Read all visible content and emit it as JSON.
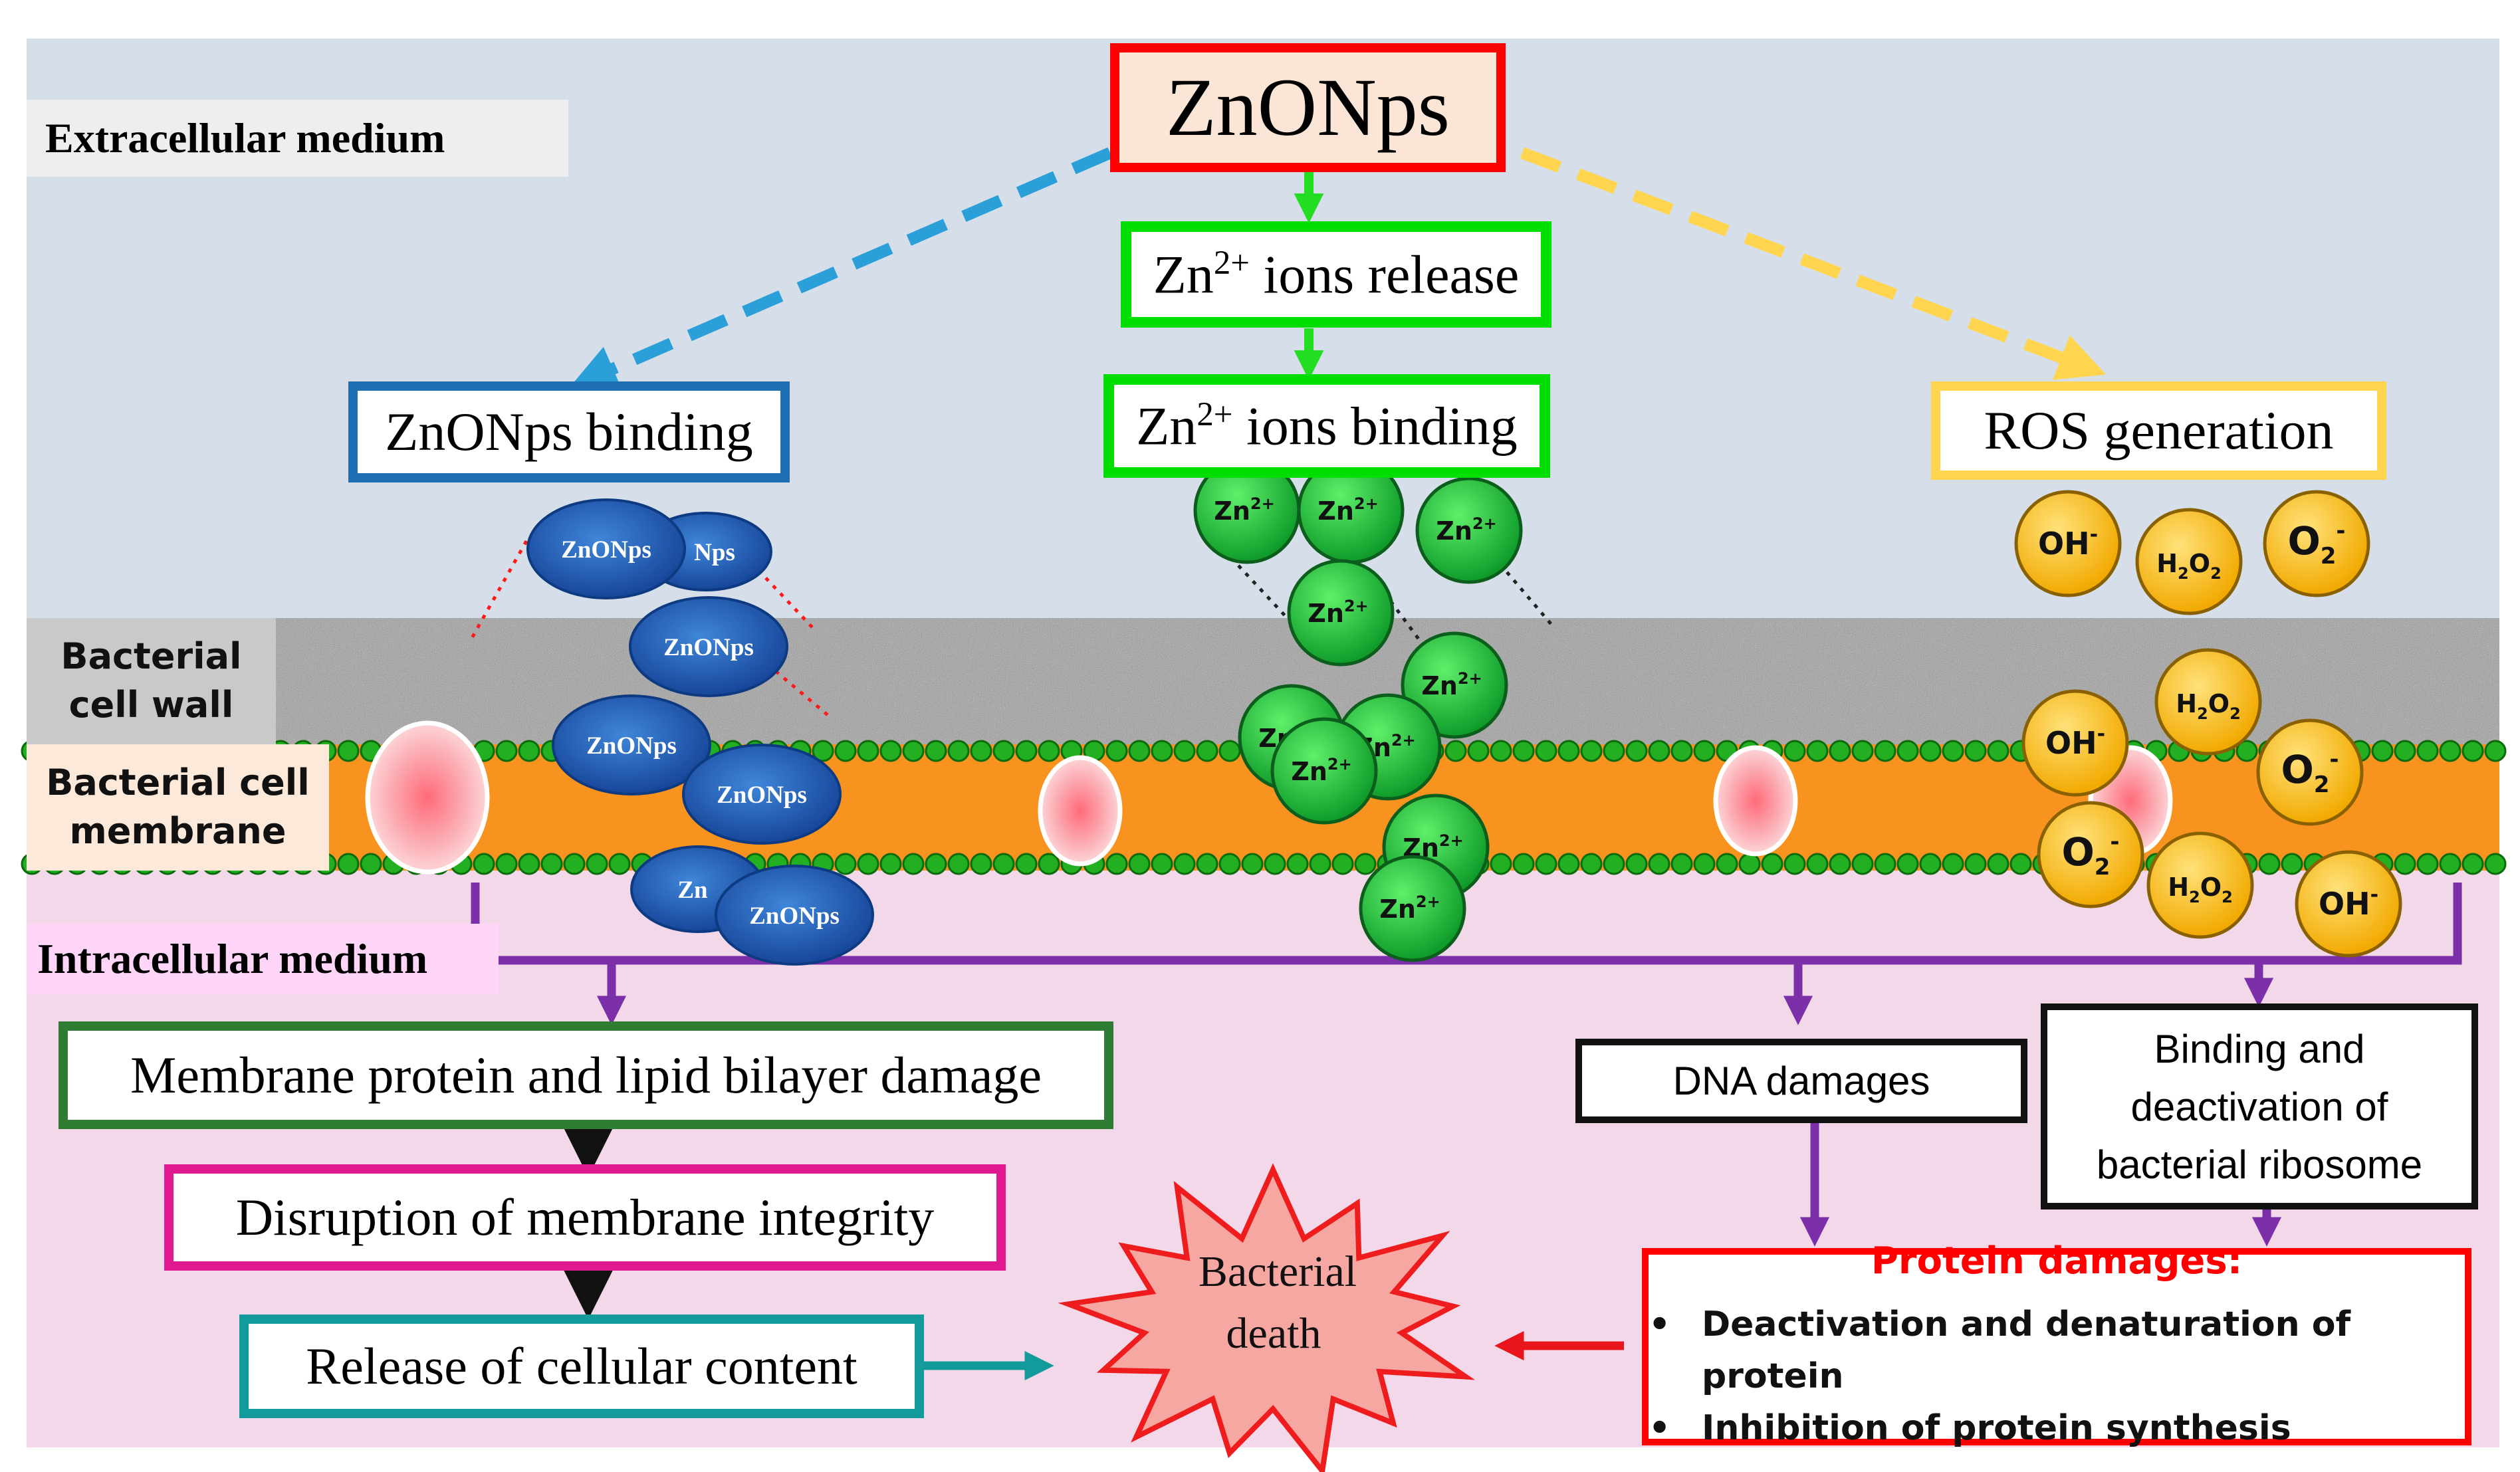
{
  "regions": {
    "extracellular": "Extracellular medium",
    "intracellular": "Intracellular medium",
    "cell_wall_line1": "Bacterial",
    "cell_wall_line2": "cell wall",
    "cell_membrane_line1": "Bacterial cell",
    "cell_membrane_line2": "membrane"
  },
  "nodes": {
    "source": "ZnONps",
    "ion_release_prefix": "Zn",
    "ion_release_charge": "2+",
    "ion_release_suffix": " ions release",
    "ion_binding_prefix": "Zn",
    "ion_binding_charge": "2+",
    "ion_binding_suffix": " ions binding",
    "np_binding": "ZnONps binding",
    "ros": "ROS generation",
    "membrane_damage": "Membrane protein and lipid bilayer damage",
    "disruption": "Disruption of membrane integrity",
    "release": "Release of cellular content",
    "dna": "DNA damages",
    "ribosome_line1": "Binding and",
    "ribosome_line2": "deactivation of",
    "ribosome_line3": "bacterial ribosome",
    "protein_title": "Protein damages:",
    "protein_items": [
      "Deactivation and denaturation of protein",
      "Inhibition of protein synthesis"
    ],
    "death_line1": "Bacterial",
    "death_line2": "death"
  },
  "particles": {
    "nanoparticle_label": "ZnONps",
    "nanoparticle_partial_1": "Nps",
    "nanoparticle_partial_2": "Zn",
    "ion_base": "Zn",
    "ion_charge": "2+",
    "hydroxyl_base": "OH",
    "hydroxyl_charge": "-",
    "peroxide_h": "H",
    "peroxide_sub": "2",
    "peroxide_o": "O",
    "superoxide_base": "O",
    "superoxide_sub": "2",
    "superoxide_charge": "-"
  },
  "colors": {
    "extracellular_bg": "#d6dfe9",
    "intracellular_bg": "#f3d8ea",
    "source_border": "#ff0000",
    "source_fill": "#fbe5d6",
    "np_binding_border": "#1f6fb5",
    "ion_border": "#00dd00",
    "ros_border": "#ffd54f",
    "membrane_damage_border": "#2e7d32",
    "disruption_border": "#e0198e",
    "release_border": "#139a9a",
    "protein_border": "#ff0000",
    "pathway_arrow": "#7b2fa8",
    "nanoparticle": "#1f5fbf",
    "ion": "#22c53a",
    "ros_particle": "#ffc107",
    "membrane_orange": "#f7931e",
    "lipid_head": "#22b022"
  }
}
